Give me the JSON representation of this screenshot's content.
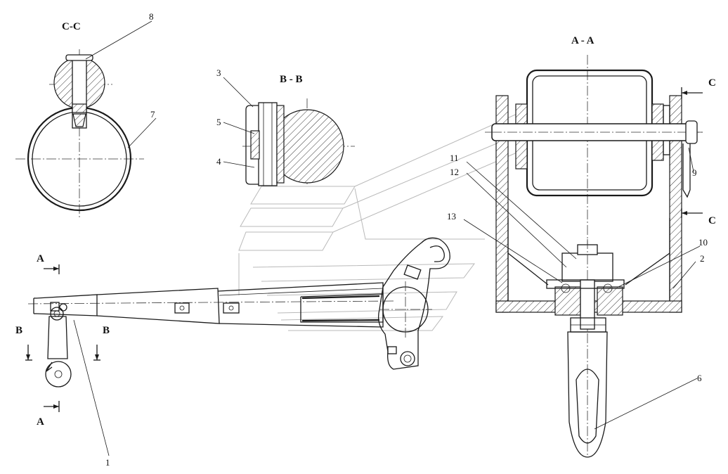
{
  "sections": {
    "cc": "C-C",
    "bb": "B - B",
    "aa": "A - A"
  },
  "markers": {
    "a_top": "A",
    "a_bottom": "A",
    "b_left": "B",
    "b_right": "B",
    "c_top": "C",
    "c_bottom": "C"
  },
  "callouts": [
    "1",
    "2",
    "3",
    "4",
    "5",
    "6",
    "7",
    "8",
    "9",
    "10",
    "11",
    "12",
    "13"
  ],
  "colors": {
    "line": "#1a1a1a",
    "ghost": "#b9b9b9",
    "background": "#ffffff"
  }
}
